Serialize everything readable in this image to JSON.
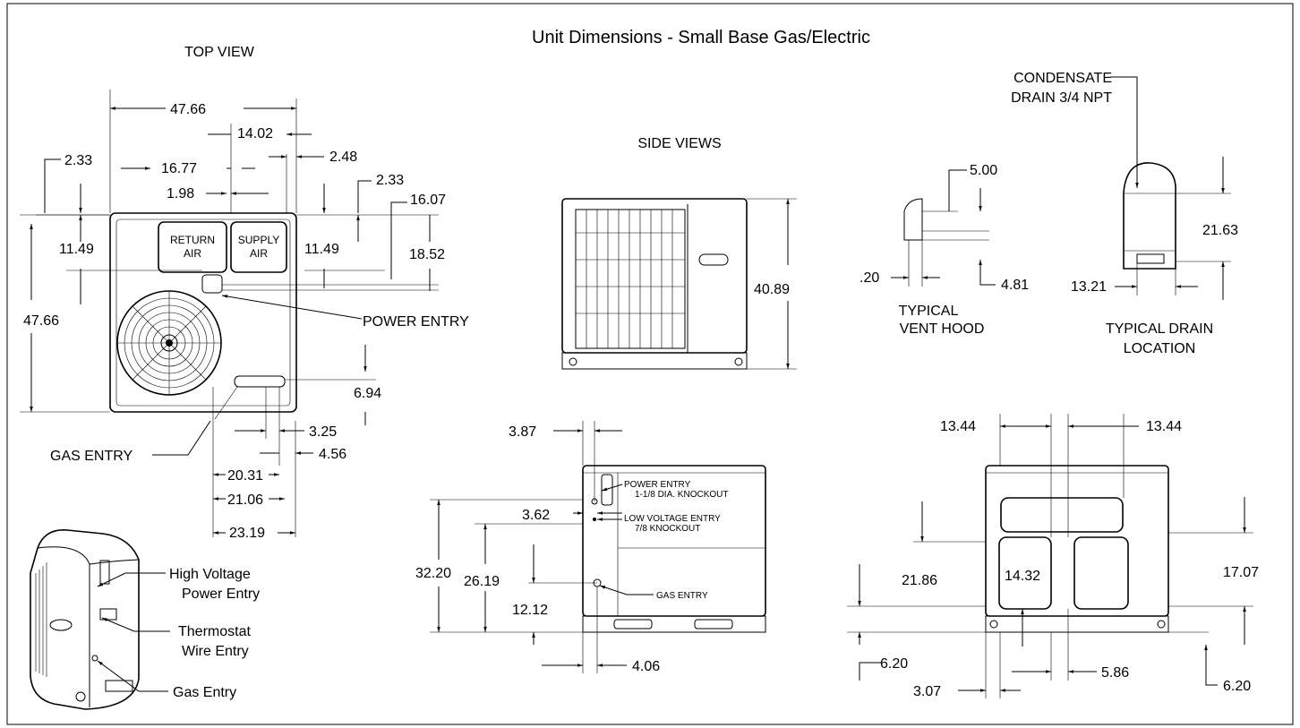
{
  "title": "Unit Dimensions - Small Base Gas/Electric",
  "views": {
    "top": "TOP VIEW",
    "side": "SIDE VIEWS",
    "vent": [
      "TYPICAL",
      "VENT HOOD"
    ],
    "drain": [
      "TYPICAL DRAIN",
      "LOCATION"
    ]
  },
  "top_view": {
    "return_air": [
      "RETURN",
      "AIR"
    ],
    "supply_air": [
      "SUPPLY",
      "AIR"
    ],
    "power_entry": "POWER ENTRY",
    "gas_entry": "GAS ENTRY",
    "dims": {
      "width": "47.66",
      "d14_02": "14.02",
      "d2_48": "2.48",
      "d2_33_left": "2.33",
      "d16_77": "16.77",
      "d1_98": "1.98",
      "d2_33_right": "2.33",
      "d16_07": "16.07",
      "d11_49_left": "11.49",
      "d11_49_right": "11.49",
      "d18_52": "18.52",
      "height": "47.66",
      "d6_94": "6.94",
      "d3_25": "3.25",
      "d4_56": "4.56",
      "d20_31": "20.31",
      "d21_06": "21.06",
      "d23_19": "23.19"
    }
  },
  "side_view": {
    "d40_89": "40.89"
  },
  "vent_hood": {
    "d5_00": "5.00",
    "d_20": ".20",
    "d4_81": "4.81"
  },
  "drain": {
    "label": [
      "CONDENSATE",
      "DRAIN 3/4 NPT"
    ],
    "d21_63": "21.63",
    "d13_21": "13.21"
  },
  "front_view": {
    "power_entry": [
      "POWER ENTRY",
      "1-1/8 DIA. KNOCKOUT"
    ],
    "low_voltage": [
      "LOW VOLTAGE ENTRY",
      "7/8 KNOCKOUT"
    ],
    "gas_entry": "GAS ENTRY",
    "d3_87": "3.87",
    "d3_62": "3.62",
    "d32_20": "32.20",
    "d26_19": "26.19",
    "d12_12": "12.12",
    "d4_06": "4.06"
  },
  "rear_view": {
    "d13_44_left": "13.44",
    "d13_44_right": "13.44",
    "d21_86": "21.86",
    "d14_32": "14.32",
    "d17_07": "17.07",
    "d6_20_left": "6.20",
    "d6_20_right": "6.20",
    "d3_07": "3.07",
    "d5_86": "5.86"
  },
  "iso_view": {
    "hv": [
      "High Voltage",
      "Power Entry"
    ],
    "tw": [
      "Thermostat",
      "Wire Entry"
    ],
    "gas": "Gas Entry"
  }
}
